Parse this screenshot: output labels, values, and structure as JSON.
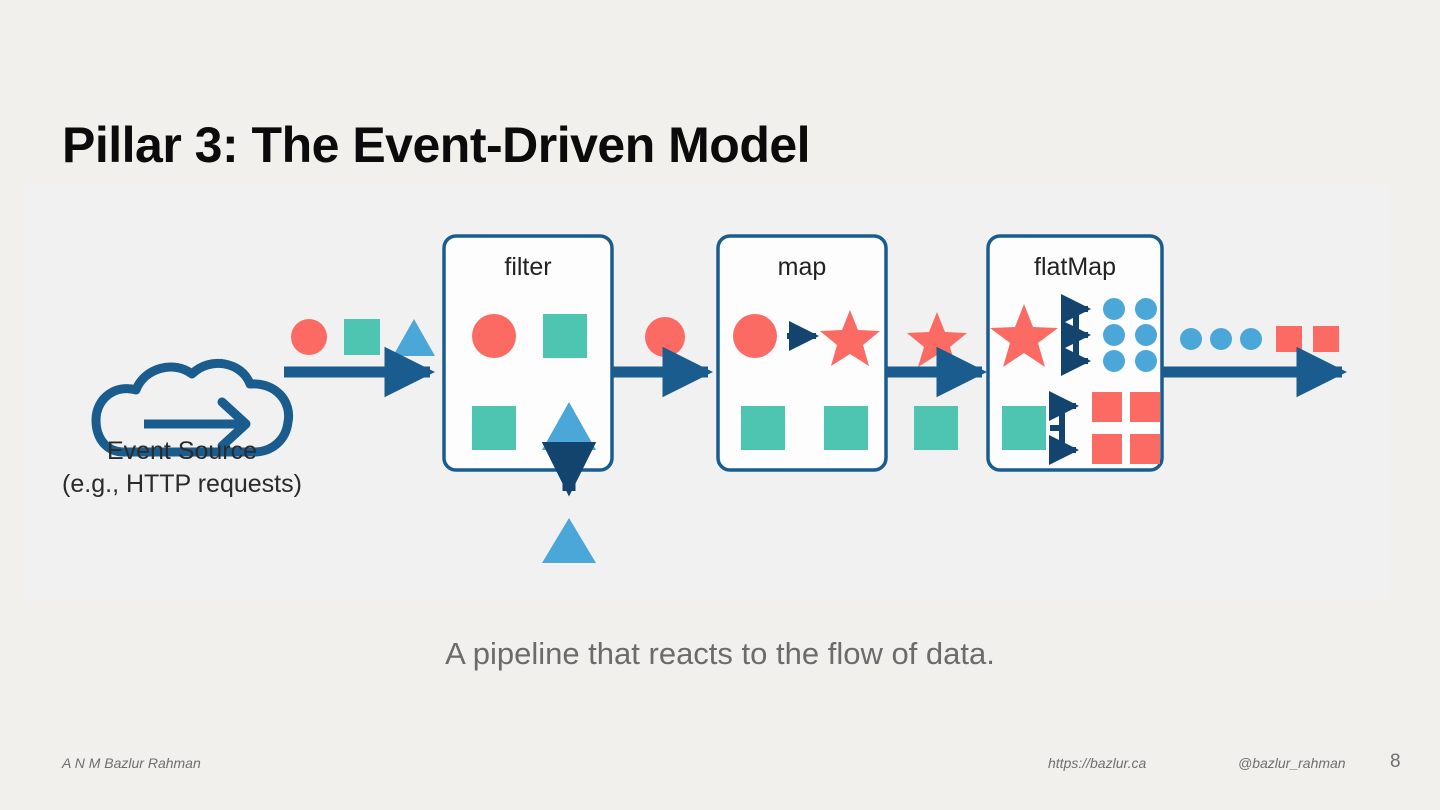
{
  "slide": {
    "title": "Pillar 3: The Event-Driven Model",
    "caption": "A pipeline that reacts to the flow of data.",
    "page_number": "8"
  },
  "footer": {
    "author": "A N M Bazlur Rahman",
    "website": "https://bazlur.ca",
    "handle": "@bazlur_rahman"
  },
  "diagram": {
    "source": {
      "icon": "cloud-with-arrow-icon",
      "label_line1": "Event Source",
      "label_line2": "(e.g., HTTP requests)"
    },
    "stages": [
      {
        "id": "filter",
        "label": "filter"
      },
      {
        "id": "map",
        "label": "map"
      },
      {
        "id": "flatmap",
        "label": "flatMap"
      }
    ],
    "streams": {
      "input": [
        "circle-red",
        "square-teal",
        "triangle-blue"
      ],
      "after_filter": [
        "circle-red"
      ],
      "after_map": [
        "star-red",
        "square-teal"
      ],
      "rejected": [
        "triangle-blue"
      ],
      "output": [
        "circle-blue",
        "circle-blue",
        "circle-blue",
        "square-red",
        "square-red"
      ]
    },
    "filter_contents": [
      "circle-red",
      "square-teal",
      "square-teal",
      "triangle-blue"
    ],
    "map_contents": [
      {
        "from": "circle-red",
        "to": "star-red"
      },
      {
        "from": "square-teal",
        "to": "square-teal"
      }
    ],
    "flatmap_contents": [
      {
        "from": "star-red",
        "fan_out": 3,
        "to": "circle-blue",
        "to_count": 6
      },
      {
        "from": "square-teal",
        "fan_out": 2,
        "to": "square-red",
        "to_count": 4
      }
    ]
  },
  "colors": {
    "page_background": "#F2F0EC",
    "panel_background": "#F1F1F2",
    "title_text": "#0B0B0B",
    "caption_text": "#6B6B6B",
    "footer_text": "#6E6E6E",
    "stroke_navy": "#1A5C8E",
    "arrow_navy": "#1A5C8E",
    "arrow_dark_navy": "#12446E",
    "shape_red": "#FB6A63",
    "shape_teal": "#4EC5B1",
    "shape_blue": "#4BA7D8",
    "box_fill": "#FDFDFD"
  }
}
